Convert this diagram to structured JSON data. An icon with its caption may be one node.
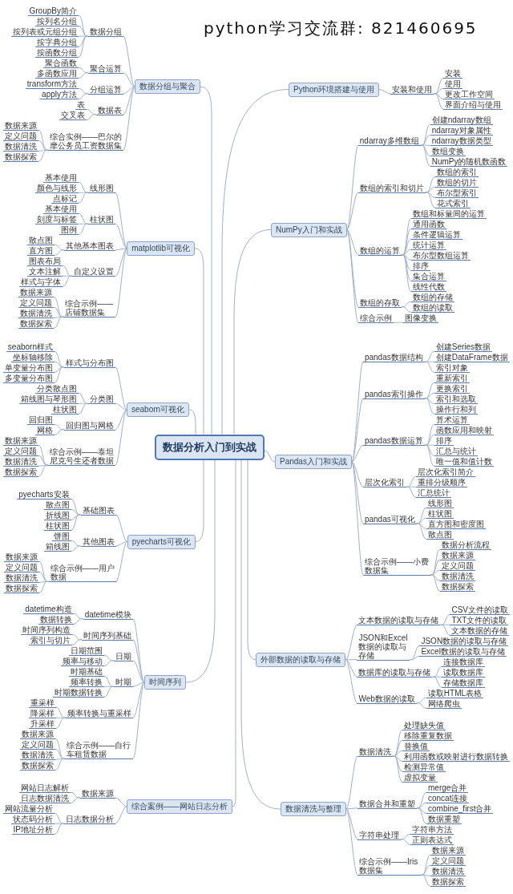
{
  "diagram": {
    "title": "python学习交流群: 821460695",
    "nodes": [
      {
        "text": [
          "数据分析入门到实战"
        ]
      },
      {
        "text": [
          "Python环境搭建与使用"
        ]
      },
      {
        "text": [
          "安装和使用"
        ]
      },
      {
        "text": [
          "安装"
        ]
      },
      {
        "text": [
          "使用"
        ]
      },
      {
        "text": [
          "更改工作空间"
        ]
      },
      {
        "text": [
          "界面介绍与使用"
        ]
      },
      {
        "text": [
          "NumPy入门和实战"
        ]
      },
      {
        "text": [
          "ndarray多维数组"
        ]
      },
      {
        "text": [
          "创建ndarray数组"
        ]
      },
      {
        "text": [
          "ndarray对象属性"
        ]
      },
      {
        "text": [
          "ndarray数据类型"
        ]
      },
      {
        "text": [
          "数组变换"
        ]
      },
      {
        "text": [
          "NumPy的随机数函数"
        ]
      },
      {
        "text": [
          "数组的索引和切片"
        ]
      },
      {
        "text": [
          "数组的索引"
        ]
      },
      {
        "text": [
          "数组的切片"
        ]
      },
      {
        "text": [
          "布尔型索引"
        ]
      },
      {
        "text": [
          "花式索引"
        ]
      },
      {
        "text": [
          "数组的运算"
        ]
      },
      {
        "text": [
          "数组和标量间的运算"
        ]
      },
      {
        "text": [
          "通用函数"
        ]
      },
      {
        "text": [
          "条件逻辑运算"
        ]
      },
      {
        "text": [
          "统计运算"
        ]
      },
      {
        "text": [
          "布尔型数组运算"
        ]
      },
      {
        "text": [
          "排序"
        ]
      },
      {
        "text": [
          "集合运算"
        ]
      },
      {
        "text": [
          "线性代数"
        ]
      },
      {
        "text": [
          "数组的存取"
        ]
      },
      {
        "text": [
          "数组的存储"
        ]
      },
      {
        "text": [
          "数组的读取"
        ]
      },
      {
        "text": [
          "综合示例"
        ]
      },
      {
        "text": [
          "图像变换"
        ]
      },
      {
        "text": [
          "Pandas入门和实战"
        ]
      },
      {
        "text": [
          "pandas数据结构"
        ]
      },
      {
        "text": [
          "创建Series数据"
        ]
      },
      {
        "text": [
          "创建DataFrame数据"
        ]
      },
      {
        "text": [
          "索引对象"
        ]
      },
      {
        "text": [
          "pandas索引操作"
        ]
      },
      {
        "text": [
          "重新索引"
        ]
      },
      {
        "text": [
          "更换索引"
        ]
      },
      {
        "text": [
          "索引和选取"
        ]
      },
      {
        "text": [
          "操作行和列"
        ]
      },
      {
        "text": [
          "pandas数据运算"
        ]
      },
      {
        "text": [
          "算术运算"
        ]
      },
      {
        "text": [
          "函数应用和映射"
        ]
      },
      {
        "text": [
          "排序"
        ]
      },
      {
        "text": [
          "汇总与统计"
        ]
      },
      {
        "text": [
          "唯一值和值计数"
        ]
      },
      {
        "text": [
          "层次化索引"
        ]
      },
      {
        "text": [
          "层次化索引简介"
        ]
      },
      {
        "text": [
          "重排分级顺序"
        ]
      },
      {
        "text": [
          "汇总统计"
        ]
      },
      {
        "text": [
          "pandas可视化"
        ]
      },
      {
        "text": [
          "线形图"
        ]
      },
      {
        "text": [
          "柱状图"
        ]
      },
      {
        "text": [
          "直方图和密度图"
        ]
      },
      {
        "text": [
          "散点图"
        ]
      },
      {
        "text": [
          "综合示例——小费数据集"
        ]
      },
      {
        "text": [
          "数据分析流程"
        ]
      },
      {
        "text": [
          "数据来源"
        ]
      },
      {
        "text": [
          "定义问题"
        ]
      },
      {
        "text": [
          "数据清洗"
        ]
      },
      {
        "text": [
          "数据探索"
        ]
      },
      {
        "text": [
          "外部数据的读取与存储"
        ]
      },
      {
        "text": [
          "文本数据的读取与存储"
        ]
      },
      {
        "text": [
          "CSV文件的读取"
        ]
      },
      {
        "text": [
          "TXT文件的读取"
        ]
      },
      {
        "text": [
          "文本数据的存储"
        ]
      },
      {
        "text": [
          "JSON和Excel数据的读取与存储"
        ]
      },
      {
        "text": [
          "JSON数据的读取与存储"
        ]
      },
      {
        "text": [
          "Excel数据的读取与存储"
        ]
      },
      {
        "text": [
          "数据库的读取与存储"
        ]
      },
      {
        "text": [
          "连接数据库"
        ]
      },
      {
        "text": [
          "读取数据库"
        ]
      },
      {
        "text": [
          "存储数据库"
        ]
      },
      {
        "text": [
          "Web数据的读取"
        ]
      },
      {
        "text": [
          "读取HTML表格"
        ]
      },
      {
        "text": [
          "网络爬虫"
        ]
      },
      {
        "text": [
          "数据清洗与整理"
        ]
      },
      {
        "text": [
          "数据清洗"
        ]
      },
      {
        "text": [
          "处理缺失值"
        ]
      },
      {
        "text": [
          "移除重复数据"
        ]
      },
      {
        "text": [
          "替换值"
        ]
      },
      {
        "text": [
          "利用函数或映射进行数据转换"
        ]
      },
      {
        "text": [
          "检测异常值"
        ]
      },
      {
        "text": [
          "虚拟变量"
        ]
      },
      {
        "text": [
          "数据合并和重塑"
        ]
      },
      {
        "text": [
          "merge合并"
        ]
      },
      {
        "text": [
          "concat连接"
        ]
      },
      {
        "text": [
          "combine_first合并"
        ]
      },
      {
        "text": [
          "数据重塑"
        ]
      },
      {
        "text": [
          "字符串处理"
        ]
      },
      {
        "text": [
          "字符串方法"
        ]
      },
      {
        "text": [
          "正则表达式"
        ]
      },
      {
        "text": [
          "综合示例——Iris数据集"
        ]
      },
      {
        "text": [
          "数据来源"
        ]
      },
      {
        "text": [
          "定义问题"
        ]
      },
      {
        "text": [
          "数据清洗"
        ]
      },
      {
        "text": [
          "数据探索"
        ]
      },
      {
        "text": [
          "数据分组与聚合"
        ]
      },
      {
        "text": [
          "数据分组"
        ]
      },
      {
        "text": [
          "GroupBy简介"
        ]
      },
      {
        "text": [
          "按列名分组"
        ]
      },
      {
        "text": [
          "按列表或元组分组"
        ]
      },
      {
        "text": [
          "按字典分组"
        ]
      },
      {
        "text": [
          "按函数分组"
        ]
      },
      {
        "text": [
          "聚合运算"
        ]
      },
      {
        "text": [
          "聚合函数"
        ]
      },
      {
        "text": [
          "多函数应用"
        ]
      },
      {
        "text": [
          "分组运算"
        ]
      },
      {
        "text": [
          "transform方法"
        ]
      },
      {
        "text": [
          "apply方法"
        ]
      },
      {
        "text": [
          "数据表"
        ]
      },
      {
        "text": [
          "表"
        ]
      },
      {
        "text": [
          "交叉表"
        ]
      },
      {
        "text": [
          "综合实例——巴尔的摩公务员工资数据集"
        ]
      },
      {
        "text": [
          "数据来源"
        ]
      },
      {
        "text": [
          "定义问题"
        ]
      },
      {
        "text": [
          "数据清洗"
        ]
      },
      {
        "text": [
          "数据探索"
        ]
      },
      {
        "text": [
          "matplotlib可视化"
        ]
      },
      {
        "text": [
          "线形图"
        ]
      },
      {
        "text": [
          "基本使用"
        ]
      },
      {
        "text": [
          "颜色与线形"
        ]
      },
      {
        "text": [
          "点标记"
        ]
      },
      {
        "text": [
          "柱状图"
        ]
      },
      {
        "text": [
          "基本使用"
        ]
      },
      {
        "text": [
          "刻度与标签"
        ]
      },
      {
        "text": [
          "图例"
        ]
      },
      {
        "text": [
          "其他基本图表"
        ]
      },
      {
        "text": [
          "散点图"
        ]
      },
      {
        "text": [
          "直方图"
        ]
      },
      {
        "text": [
          "自定义设置"
        ]
      },
      {
        "text": [
          "图表布局"
        ]
      },
      {
        "text": [
          "文本注解"
        ]
      },
      {
        "text": [
          "样式与字体"
        ]
      },
      {
        "text": [
          "综合示例——店铺数据集"
        ]
      },
      {
        "text": [
          "数据来源"
        ]
      },
      {
        "text": [
          "定义问题"
        ]
      },
      {
        "text": [
          "数据清洗"
        ]
      },
      {
        "text": [
          "数据探索"
        ]
      },
      {
        "text": [
          "seaborn可视化"
        ]
      },
      {
        "text": [
          "样式与分布图"
        ]
      },
      {
        "text": [
          "seaborn样式"
        ]
      },
      {
        "text": [
          "坐标轴移除"
        ]
      },
      {
        "text": [
          "单变量分布图"
        ]
      },
      {
        "text": [
          "多变量分布图"
        ]
      },
      {
        "text": [
          "分类图"
        ]
      },
      {
        "text": [
          "分类散点图"
        ]
      },
      {
        "text": [
          "箱线图与琴形图"
        ]
      },
      {
        "text": [
          "柱状图"
        ]
      },
      {
        "text": [
          "回归图与网格"
        ]
      },
      {
        "text": [
          "回归图"
        ]
      },
      {
        "text": [
          "网格"
        ]
      },
      {
        "text": [
          "综合示例——泰坦尼克号生还者数据"
        ]
      },
      {
        "text": [
          "数据来源"
        ]
      },
      {
        "text": [
          "定义问题"
        ]
      },
      {
        "text": [
          "数据清洗"
        ]
      },
      {
        "text": [
          "数据探索"
        ]
      },
      {
        "text": [
          "pyecharts可视化"
        ]
      },
      {
        "text": [
          "基础图表"
        ]
      },
      {
        "text": [
          "pyecharts安装"
        ]
      },
      {
        "text": [
          "散点图"
        ]
      },
      {
        "text": [
          "折线图"
        ]
      },
      {
        "text": [
          "柱状图"
        ]
      },
      {
        "text": [
          "其他图表"
        ]
      },
      {
        "text": [
          "饼图"
        ]
      },
      {
        "text": [
          "箱线图"
        ]
      },
      {
        "text": [
          "综合示例——用户数据"
        ]
      },
      {
        "text": [
          "数据来源"
        ]
      },
      {
        "text": [
          "定义问题"
        ]
      },
      {
        "text": [
          "数据清洗"
        ]
      },
      {
        "text": [
          "数据探索"
        ]
      },
      {
        "text": [
          "时间序列"
        ]
      },
      {
        "text": [
          "datetime模块"
        ]
      },
      {
        "text": [
          "datetime构造"
        ]
      },
      {
        "text": [
          "数据转换"
        ]
      },
      {
        "text": [
          "时间序列基础"
        ]
      },
      {
        "text": [
          "时间序列构造"
        ]
      },
      {
        "text": [
          "索引与切片"
        ]
      },
      {
        "text": [
          "日期"
        ]
      },
      {
        "text": [
          "日期范围"
        ]
      },
      {
        "text": [
          "频率与移动"
        ]
      },
      {
        "text": [
          "时期"
        ]
      },
      {
        "text": [
          "时期基础"
        ]
      },
      {
        "text": [
          "频率转换"
        ]
      },
      {
        "text": [
          "时期数据转换"
        ]
      },
      {
        "text": [
          "频率转换与重采样"
        ]
      },
      {
        "text": [
          "重采样"
        ]
      },
      {
        "text": [
          "降采样"
        ]
      },
      {
        "text": [
          "升采样"
        ]
      },
      {
        "text": [
          "综合示例——自行车租赁数据"
        ]
      },
      {
        "text": [
          "数据来源"
        ]
      },
      {
        "text": [
          "定义问题"
        ]
      },
      {
        "text": [
          "数据清洗"
        ]
      },
      {
        "text": [
          "数据探索"
        ]
      },
      {
        "text": [
          "综合案例——网站日志分析"
        ]
      },
      {
        "text": [
          "数据来源"
        ]
      },
      {
        "text": [
          "网站日志解析"
        ]
      },
      {
        "text": [
          "日志数据清洗"
        ]
      },
      {
        "text": [
          "日志数据分析"
        ]
      },
      {
        "text": [
          "网站流量分析"
        ]
      },
      {
        "text": [
          "状态码分析"
        ]
      },
      {
        "text": [
          "IP地址分析"
        ]
      }
    ],
    "edges": [
      {
        "from": 0,
        "to": 1,
        "arrow": "none"
      },
      {
        "from": 0,
        "to": 7,
        "arrow": "none"
      },
      {
        "from": 0,
        "to": 33,
        "arrow": "none"
      },
      {
        "from": 0,
        "to": 64,
        "arrow": "none"
      },
      {
        "from": 0,
        "to": 79,
        "arrow": "none"
      },
      {
        "from": 0,
        "to": 100,
        "arrow": "none"
      },
      {
        "from": 0,
        "to": 121,
        "arrow": "none"
      },
      {
        "from": 0,
        "to": 142,
        "arrow": "none"
      },
      {
        "from": 0,
        "to": 160,
        "arrow": "none"
      },
      {
        "from": 0,
        "to": 174,
        "arrow": "none"
      },
      {
        "from": 0,
        "to": 197,
        "arrow": "none"
      },
      {
        "from": 1,
        "to": 2,
        "arrow": "none"
      },
      {
        "from": 2,
        "to": 3,
        "arrow": "none"
      },
      {
        "from": 2,
        "to": 4,
        "arrow": "none"
      },
      {
        "from": 2,
        "to": 5,
        "arrow": "none"
      },
      {
        "from": 2,
        "to": 6,
        "arrow": "none"
      },
      {
        "from": 7,
        "to": 8,
        "arrow": "none"
      },
      {
        "from": 7,
        "to": 14,
        "arrow": "none"
      },
      {
        "from": 7,
        "to": 19,
        "arrow": "none"
      },
      {
        "from": 7,
        "to": 28,
        "arrow": "none"
      },
      {
        "from": 7,
        "to": 31,
        "arrow": "none"
      },
      {
        "from": 8,
        "to": 9,
        "arrow": "none"
      },
      {
        "from": 8,
        "to": 10,
        "arrow": "none"
      },
      {
        "from": 8,
        "to": 11,
        "arrow": "none"
      },
      {
        "from": 8,
        "to": 12,
        "arrow": "none"
      },
      {
        "from": 8,
        "to": 13,
        "arrow": "none"
      },
      {
        "from": 14,
        "to": 15,
        "arrow": "none"
      },
      {
        "from": 14,
        "to": 16,
        "arrow": "none"
      },
      {
        "from": 14,
        "to": 17,
        "arrow": "none"
      },
      {
        "from": 14,
        "to": 18,
        "arrow": "none"
      },
      {
        "from": 19,
        "to": 20,
        "arrow": "none"
      },
      {
        "from": 19,
        "to": 21,
        "arrow": "none"
      },
      {
        "from": 19,
        "to": 22,
        "arrow": "none"
      },
      {
        "from": 19,
        "to": 23,
        "arrow": "none"
      },
      {
        "from": 19,
        "to": 24,
        "arrow": "none"
      },
      {
        "from": 19,
        "to": 25,
        "arrow": "none"
      },
      {
        "from": 19,
        "to": 26,
        "arrow": "none"
      },
      {
        "from": 19,
        "to": 27,
        "arrow": "none"
      },
      {
        "from": 28,
        "to": 29,
        "arrow": "none"
      },
      {
        "from": 28,
        "to": 30,
        "arrow": "none"
      },
      {
        "from": 31,
        "to": 32,
        "arrow": "none"
      },
      {
        "from": 33,
        "to": 34,
        "arrow": "none"
      },
      {
        "from": 33,
        "to": 38,
        "arrow": "none"
      },
      {
        "from": 33,
        "to": 43,
        "arrow": "none"
      },
      {
        "from": 33,
        "to": 49,
        "arrow": "none"
      },
      {
        "from": 33,
        "to": 53,
        "arrow": "none"
      },
      {
        "from": 33,
        "to": 58,
        "arrow": "none"
      },
      {
        "from": 34,
        "to": 35,
        "arrow": "none"
      },
      {
        "from": 34,
        "to": 36,
        "arrow": "none"
      },
      {
        "from": 34,
        "to": 37,
        "arrow": "none"
      },
      {
        "from": 38,
        "to": 39,
        "arrow": "none"
      },
      {
        "from": 38,
        "to": 40,
        "arrow": "none"
      },
      {
        "from": 38,
        "to": 41,
        "arrow": "none"
      },
      {
        "from": 38,
        "to": 42,
        "arrow": "none"
      },
      {
        "from": 43,
        "to": 44,
        "arrow": "none"
      },
      {
        "from": 43,
        "to": 45,
        "arrow": "none"
      },
      {
        "from": 43,
        "to": 46,
        "arrow": "none"
      },
      {
        "from": 43,
        "to": 47,
        "arrow": "none"
      },
      {
        "from": 43,
        "to": 48,
        "arrow": "none"
      },
      {
        "from": 49,
        "to": 50,
        "arrow": "none"
      },
      {
        "from": 49,
        "to": 51,
        "arrow": "none"
      },
      {
        "from": 49,
        "to": 52,
        "arrow": "none"
      },
      {
        "from": 53,
        "to": 54,
        "arrow": "none"
      },
      {
        "from": 53,
        "to": 55,
        "arrow": "none"
      },
      {
        "from": 53,
        "to": 56,
        "arrow": "none"
      },
      {
        "from": 53,
        "to": 57,
        "arrow": "none"
      },
      {
        "from": 58,
        "to": 59,
        "arrow": "none"
      },
      {
        "from": 58,
        "to": 60,
        "arrow": "none"
      },
      {
        "from": 58,
        "to": 61,
        "arrow": "none"
      },
      {
        "from": 58,
        "to": 62,
        "arrow": "none"
      },
      {
        "from": 58,
        "to": 63,
        "arrow": "none"
      },
      {
        "from": 64,
        "to": 65,
        "arrow": "none"
      },
      {
        "from": 64,
        "to": 69,
        "arrow": "none"
      },
      {
        "from": 64,
        "to": 72,
        "arrow": "none"
      },
      {
        "from": 64,
        "to": 76,
        "arrow": "none"
      },
      {
        "from": 65,
        "to": 66,
        "arrow": "none"
      },
      {
        "from": 65,
        "to": 67,
        "arrow": "none"
      },
      {
        "from": 65,
        "to": 68,
        "arrow": "none"
      },
      {
        "from": 69,
        "to": 70,
        "arrow": "none"
      },
      {
        "from": 69,
        "to": 71,
        "arrow": "none"
      },
      {
        "from": 72,
        "to": 73,
        "arrow": "none"
      },
      {
        "from": 72,
        "to": 74,
        "arrow": "none"
      },
      {
        "from": 72,
        "to": 75,
        "arrow": "none"
      },
      {
        "from": 76,
        "to": 77,
        "arrow": "none"
      },
      {
        "from": 76,
        "to": 78,
        "arrow": "none"
      },
      {
        "from": 79,
        "to": 80,
        "arrow": "none"
      },
      {
        "from": 79,
        "to": 87,
        "arrow": "none"
      },
      {
        "from": 79,
        "to": 92,
        "arrow": "none"
      },
      {
        "from": 79,
        "to": 95,
        "arrow": "none"
      },
      {
        "from": 80,
        "to": 81,
        "arrow": "none"
      },
      {
        "from": 80,
        "to": 82,
        "arrow": "none"
      },
      {
        "from": 80,
        "to": 83,
        "arrow": "none"
      },
      {
        "from": 80,
        "to": 84,
        "arrow": "none"
      },
      {
        "from": 80,
        "to": 85,
        "arrow": "none"
      },
      {
        "from": 80,
        "to": 86,
        "arrow": "none"
      },
      {
        "from": 87,
        "to": 88,
        "arrow": "none"
      },
      {
        "from": 87,
        "to": 89,
        "arrow": "none"
      },
      {
        "from": 87,
        "to": 90,
        "arrow": "none"
      },
      {
        "from": 87,
        "to": 91,
        "arrow": "none"
      },
      {
        "from": 92,
        "to": 93,
        "arrow": "none"
      },
      {
        "from": 92,
        "to": 94,
        "arrow": "none"
      },
      {
        "from": 95,
        "to": 96,
        "arrow": "none"
      },
      {
        "from": 95,
        "to": 97,
        "arrow": "none"
      },
      {
        "from": 95,
        "to": 98,
        "arrow": "none"
      },
      {
        "from": 95,
        "to": 99,
        "arrow": "none"
      },
      {
        "from": 100,
        "to": 101,
        "arrow": "none"
      },
      {
        "from": 100,
        "to": 107,
        "arrow": "none"
      },
      {
        "from": 100,
        "to": 110,
        "arrow": "none"
      },
      {
        "from": 100,
        "to": 113,
        "arrow": "none"
      },
      {
        "from": 100,
        "to": 116,
        "arrow": "none"
      },
      {
        "from": 101,
        "to": 102,
        "arrow": "none"
      },
      {
        "from": 101,
        "to": 103,
        "arrow": "none"
      },
      {
        "from": 101,
        "to": 104,
        "arrow": "none"
      },
      {
        "from": 101,
        "to": 105,
        "arrow": "none"
      },
      {
        "from": 101,
        "to": 106,
        "arrow": "none"
      },
      {
        "from": 107,
        "to": 108,
        "arrow": "none"
      },
      {
        "from": 107,
        "to": 109,
        "arrow": "none"
      },
      {
        "from": 110,
        "to": 111,
        "arrow": "none"
      },
      {
        "from": 110,
        "to": 112,
        "arrow": "none"
      },
      {
        "from": 113,
        "to": 114,
        "arrow": "none"
      },
      {
        "from": 113,
        "to": 115,
        "arrow": "none"
      },
      {
        "from": 116,
        "to": 117,
        "arrow": "none"
      },
      {
        "from": 116,
        "to": 118,
        "arrow": "none"
      },
      {
        "from": 116,
        "to": 119,
        "arrow": "none"
      },
      {
        "from": 116,
        "to": 120,
        "arrow": "none"
      },
      {
        "from": 121,
        "to": 122,
        "arrow": "none"
      },
      {
        "from": 121,
        "to": 126,
        "arrow": "none"
      },
      {
        "from": 121,
        "to": 130,
        "arrow": "none"
      },
      {
        "from": 121,
        "to": 133,
        "arrow": "none"
      },
      {
        "from": 121,
        "to": 137,
        "arrow": "none"
      },
      {
        "from": 122,
        "to": 123,
        "arrow": "none"
      },
      {
        "from": 122,
        "to": 124,
        "arrow": "none"
      },
      {
        "from": 122,
        "to": 125,
        "arrow": "none"
      },
      {
        "from": 126,
        "to": 127,
        "arrow": "none"
      },
      {
        "from": 126,
        "to": 128,
        "arrow": "none"
      },
      {
        "from": 126,
        "to": 129,
        "arrow": "none"
      },
      {
        "from": 130,
        "to": 131,
        "arrow": "none"
      },
      {
        "from": 130,
        "to": 132,
        "arrow": "none"
      },
      {
        "from": 133,
        "to": 134,
        "arrow": "none"
      },
      {
        "from": 133,
        "to": 135,
        "arrow": "none"
      },
      {
        "from": 133,
        "to": 136,
        "arrow": "none"
      },
      {
        "from": 137,
        "to": 138,
        "arrow": "none"
      },
      {
        "from": 137,
        "to": 139,
        "arrow": "none"
      },
      {
        "from": 137,
        "to": 140,
        "arrow": "none"
      },
      {
        "from": 137,
        "to": 141,
        "arrow": "none"
      },
      {
        "from": 142,
        "to": 143,
        "arrow": "none"
      },
      {
        "from": 142,
        "to": 148,
        "arrow": "none"
      },
      {
        "from": 142,
        "to": 152,
        "arrow": "none"
      },
      {
        "from": 142,
        "to": 155,
        "arrow": "none"
      },
      {
        "from": 143,
        "to": 144,
        "arrow": "none"
      },
      {
        "from": 143,
        "to": 145,
        "arrow": "none"
      },
      {
        "from": 143,
        "to": 146,
        "arrow": "none"
      },
      {
        "from": 143,
        "to": 147,
        "arrow": "none"
      },
      {
        "from": 148,
        "to": 149,
        "arrow": "none"
      },
      {
        "from": 148,
        "to": 150,
        "arrow": "none"
      },
      {
        "from": 148,
        "to": 151,
        "arrow": "none"
      },
      {
        "from": 152,
        "to": 153,
        "arrow": "none"
      },
      {
        "from": 152,
        "to": 154,
        "arrow": "none"
      },
      {
        "from": 155,
        "to": 156,
        "arrow": "none"
      },
      {
        "from": 155,
        "to": 157,
        "arrow": "none"
      },
      {
        "from": 155,
        "to": 158,
        "arrow": "none"
      },
      {
        "from": 155,
        "to": 159,
        "arrow": "none"
      },
      {
        "from": 160,
        "to": 161,
        "arrow": "none"
      },
      {
        "from": 160,
        "to": 166,
        "arrow": "none"
      },
      {
        "from": 160,
        "to": 169,
        "arrow": "none"
      },
      {
        "from": 161,
        "to": 162,
        "arrow": "none"
      },
      {
        "from": 161,
        "to": 163,
        "arrow": "none"
      },
      {
        "from": 161,
        "to": 164,
        "arrow": "none"
      },
      {
        "from": 161,
        "to": 165,
        "arrow": "none"
      },
      {
        "from": 166,
        "to": 167,
        "arrow": "none"
      },
      {
        "from": 166,
        "to": 168,
        "arrow": "none"
      },
      {
        "from": 169,
        "to": 170,
        "arrow": "none"
      },
      {
        "from": 169,
        "to": 171,
        "arrow": "none"
      },
      {
        "from": 169,
        "to": 172,
        "arrow": "none"
      },
      {
        "from": 169,
        "to": 173,
        "arrow": "none"
      },
      {
        "from": 174,
        "to": 175,
        "arrow": "none"
      },
      {
        "from": 174,
        "to": 178,
        "arrow": "none"
      },
      {
        "from": 174,
        "to": 181,
        "arrow": "none"
      },
      {
        "from": 174,
        "to": 184,
        "arrow": "none"
      },
      {
        "from": 174,
        "to": 188,
        "arrow": "none"
      },
      {
        "from": 174,
        "to": 192,
        "arrow": "none"
      },
      {
        "from": 175,
        "to": 176,
        "arrow": "none"
      },
      {
        "from": 175,
        "to": 177,
        "arrow": "none"
      },
      {
        "from": 178,
        "to": 179,
        "arrow": "none"
      },
      {
        "from": 178,
        "to": 180,
        "arrow": "none"
      },
      {
        "from": 181,
        "to": 182,
        "arrow": "none"
      },
      {
        "from": 181,
        "to": 183,
        "arrow": "none"
      },
      {
        "from": 184,
        "to": 185,
        "arrow": "none"
      },
      {
        "from": 184,
        "to": 186,
        "arrow": "none"
      },
      {
        "from": 184,
        "to": 187,
        "arrow": "none"
      },
      {
        "from": 188,
        "to": 189,
        "arrow": "none"
      },
      {
        "from": 188,
        "to": 190,
        "arrow": "none"
      },
      {
        "from": 188,
        "to": 191,
        "arrow": "none"
      },
      {
        "from": 192,
        "to": 193,
        "arrow": "none"
      },
      {
        "from": 192,
        "to": 194,
        "arrow": "none"
      },
      {
        "from": 192,
        "to": 195,
        "arrow": "none"
      },
      {
        "from": 192,
        "to": 196,
        "arrow": "none"
      },
      {
        "from": 197,
        "to": 198,
        "arrow": "none"
      },
      {
        "from": 197,
        "to": 201,
        "arrow": "none"
      },
      {
        "from": 198,
        "to": 199,
        "arrow": "none"
      },
      {
        "from": 198,
        "to": 200,
        "arrow": "none"
      },
      {
        "from": 201,
        "to": 202,
        "arrow": "none"
      },
      {
        "from": 201,
        "to": 203,
        "arrow": "none"
      },
      {
        "from": 201,
        "to": 204,
        "arrow": "none"
      }
    ]
  }
}
